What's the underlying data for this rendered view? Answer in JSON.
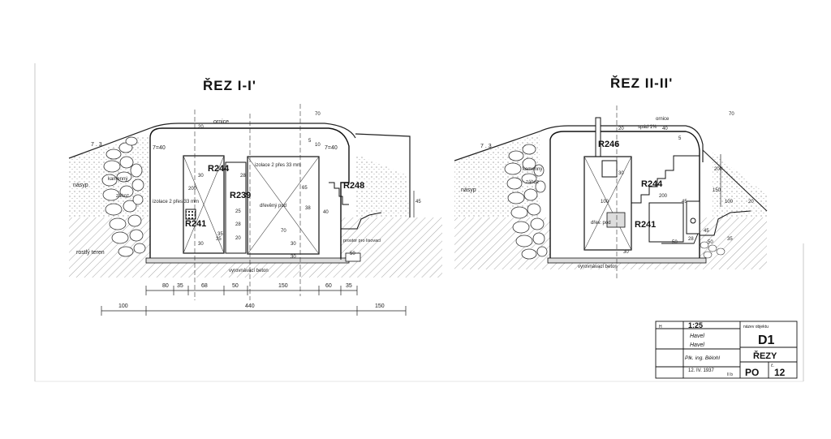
{
  "section1": {
    "title": "ŘEZ I-I'",
    "labels": {
      "tilde_top": "7 . 3",
      "ornice": "ornice",
      "num_40": "7=40",
      "num_40b": "7=40",
      "nasyp": "násyp",
      "kamenny": "kamenný",
      "zahoz": "zához",
      "rostly_teren": "rostlý teren",
      "izolace_left": "izolace 2 přes 33 mm",
      "izolace_right": "izolace 2 přes 33 mm",
      "podlaha": "dřevěný pod",
      "vyrovnavaci": "vyrovnávací beton",
      "prostor": "prostor pro lisovací",
      "r244": "R244",
      "r239": "R239",
      "r241": "R241",
      "r248": "R248"
    },
    "dims_bottom": [
      "80",
      "35",
      "68",
      "50",
      "150",
      "60",
      "35"
    ],
    "dims_overall": [
      "100",
      "440",
      "150"
    ],
    "dims_misc": [
      "70",
      "20",
      "30",
      "30",
      "30",
      "40",
      "45",
      "10",
      "38",
      "35",
      "50",
      "20",
      "28",
      "25",
      "200",
      "70",
      "35",
      "65",
      "5",
      "28",
      "30"
    ]
  },
  "section2": {
    "title": "ŘEZ II-II'",
    "labels": {
      "tilde_top": "7 . 3",
      "ornice": "ornice",
      "spad": "spád 1%",
      "nasyp": "násyp",
      "kamenny": "kamenný",
      "zahoz": "zához",
      "podlaha": "dřev. pod",
      "vyrovnavaci": "vyrovnávací beton",
      "r246": "R246",
      "r244": "R244",
      "r241": "R241"
    },
    "dims_misc": [
      "70",
      "20",
      "40",
      "30",
      "45",
      "150",
      "200",
      "200",
      "100",
      "20",
      "45",
      "50",
      "100",
      "35",
      "30",
      "5",
      "50",
      "28"
    ]
  },
  "title_block": {
    "scale": "1:25",
    "h_label": "H",
    "sig1": "Havel",
    "sig2": "Havel",
    "checked": "Plk. ing. Bělohl",
    "date": "12. IV. 1937",
    "obj_label": "název objektu",
    "object": "D1",
    "drawing_name": "ŘEZY",
    "sheet_code": "PO",
    "sheet_label": "č.",
    "sheet_no": "12",
    "corner": "II b"
  }
}
